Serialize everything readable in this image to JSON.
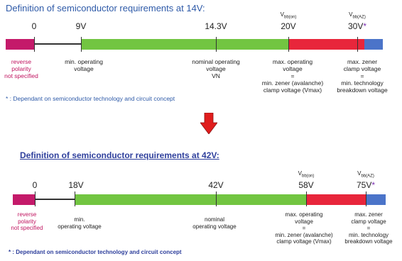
{
  "colors": {
    "reverse": "#c41a6a",
    "operating": "#72c541",
    "overvoltage": "#e8263b",
    "zener": "#4b74c9",
    "arrow": "#e01d1d"
  },
  "diagram14": {
    "title": "Definition of semiconductor requirements at 14V:",
    "values": {
      "v0": "0",
      "v9": "9V",
      "v14": "14.3V",
      "v20": "20V",
      "v30": "30V"
    },
    "star": "*",
    "vbb_on_main": "V",
    "vbb_on_sub": "bb(on)",
    "vbb_az_main": "V",
    "vbb_az_sub": "bb(AZ)",
    "labels": {
      "reverse": "reverse\npolarity\nnot specified",
      "min_op": "min. operating\nvoltage",
      "nominal": "nominal operating\nvoltage\nVN",
      "max_op": "max. operating\nvoltage\n=\nmin. zener (avalanche)\nclamp voltage (Vmax)",
      "max_zener": "max. zener\nclamp voltage\n=\nmin. technology\nbreakdown voltage"
    },
    "footnote": "* : Dependant on semiconductor technology and circuit concept"
  },
  "diagram42": {
    "title": "Definition of semiconductor requirements at 42V:",
    "values": {
      "v0": "0",
      "v18": "18V",
      "v42": "42V",
      "v58": "58V",
      "v75": "75V"
    },
    "star": "*",
    "vbb_on_main": "V",
    "vbb_on_sub": "bb(on)",
    "vbb_az_main": "V",
    "vbb_az_sub": "bb(AZ)",
    "labels": {
      "reverse": "reverse\npolarity\nnot specified",
      "min_op": "min.\noperating voltage",
      "nominal": "nominal\noperating voltage",
      "max_op": "max. operating\nvoltage\n=\nmin. zener (avalanche)\nclamp voltage (Vmax)",
      "max_zener": "max. zener\nclamp voltage\n=\nmin. technology\nbreakdown voltage"
    },
    "footnote": "* : Dependant on semiconductor technology and circuit concept"
  }
}
